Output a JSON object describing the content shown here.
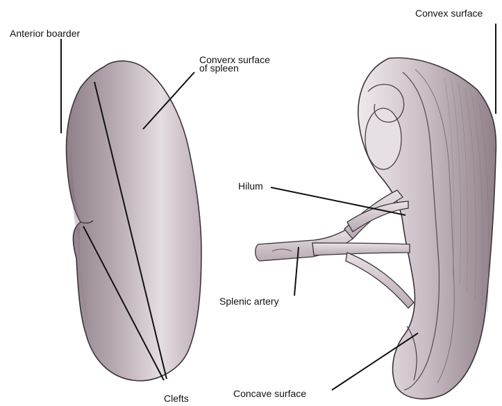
{
  "labels": {
    "anterior_border": "Anterior boarder",
    "converx_surface_line1": "Converx surface",
    "converx_surface_line2": "of spleen",
    "convex_surface": "Convex surface",
    "hilum": "Hilum",
    "splenic_artery": "Splenic artery",
    "concave_surface": "Concave surface",
    "clefts": "Clefts"
  },
  "colors": {
    "organ_fill": "#cfc3c9",
    "organ_shade": "#8a7a84",
    "line": "#111111"
  }
}
